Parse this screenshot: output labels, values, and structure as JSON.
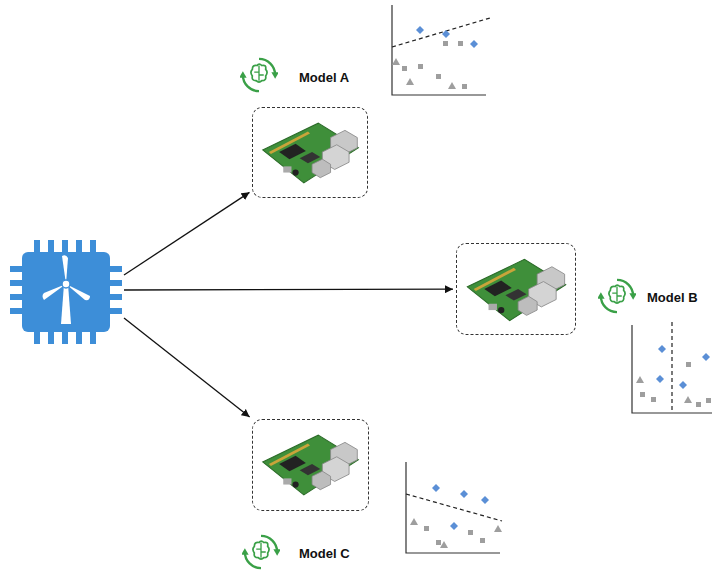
{
  "diagram": {
    "nodes": [
      {
        "text": []
      },
      {
        "text": [
          "Model A"
        ]
      },
      {
        "text": [
          "Model B"
        ]
      },
      {
        "text": [
          "Model C"
        ]
      }
    ],
    "edges": [
      {
        "from": 0,
        "to": 1,
        "arrow": "to"
      },
      {
        "from": 0,
        "to": 2,
        "arrow": "to"
      },
      {
        "from": 0,
        "to": 3,
        "arrow": "to"
      }
    ]
  }
}
